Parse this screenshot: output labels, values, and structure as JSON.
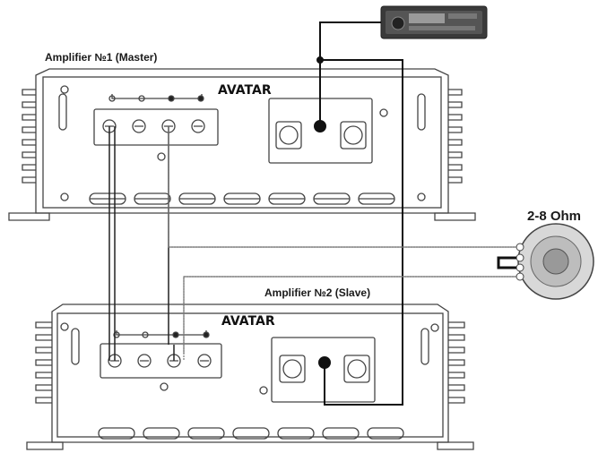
{
  "amplifier_master": {
    "title": "Amplifier №1 (Master)",
    "brand": "AVATAR"
  },
  "amplifier_slave": {
    "title": "Amplifier №2 (Slave)",
    "brand": "AVATAR"
  },
  "speaker": {
    "impedance_label": "2-8 Ohm"
  },
  "colors": {
    "outline": "#444444",
    "wire": "#111111",
    "wire_signal": "#555555",
    "fill": "#ffffff",
    "speaker_cone": "#999999"
  }
}
